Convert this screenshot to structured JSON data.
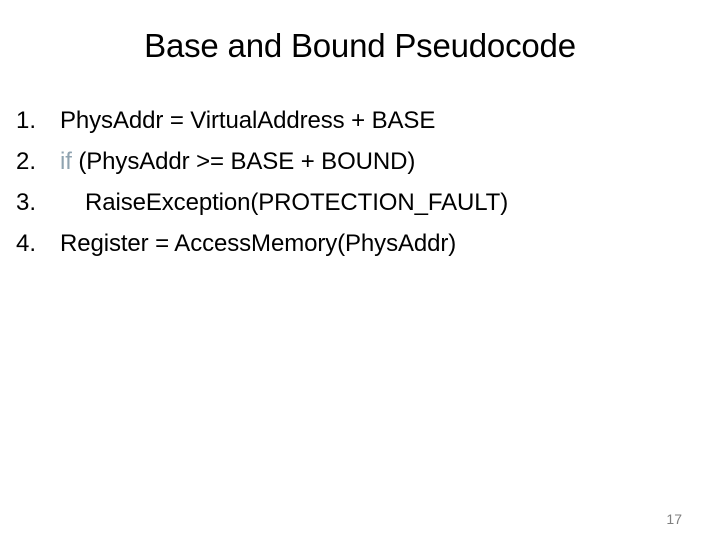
{
  "slide": {
    "title": "Base and Bound Pseudocode",
    "background_color": "#ffffff",
    "text_color": "#000000",
    "keyword_color": "#8fa3b0",
    "page_number_color": "#7f7f7f",
    "page_number": "17"
  },
  "pseudocode": {
    "items": [
      {
        "number": "1.",
        "keyword": "",
        "text": "PhysAddr = VirtualAddress + BASE",
        "indented": false
      },
      {
        "number": "2.",
        "keyword": "if",
        "text": " (PhysAddr >= BASE + BOUND)",
        "indented": false
      },
      {
        "number": "3.",
        "keyword": "",
        "text": "RaiseException(PROTECTION_FAULT)",
        "indented": true
      },
      {
        "number": "4.",
        "keyword": "",
        "text": "Register = AccessMemory(PhysAddr)",
        "indented": false
      }
    ]
  }
}
